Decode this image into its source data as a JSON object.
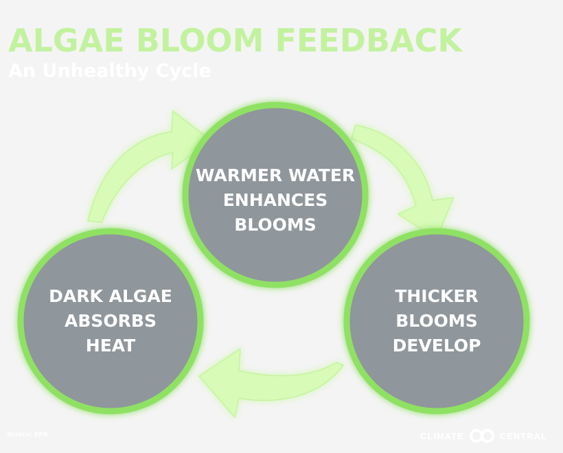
{
  "header": {
    "title": "ALGAE BLOOM FEEDBACK",
    "subtitle": "An Unhealthy Cycle"
  },
  "nodes": [
    {
      "id": "warmer-water",
      "lines": [
        "WARMER WATER",
        "ENHANCES",
        "BLOOMS"
      ]
    },
    {
      "id": "thicker-blooms",
      "lines": [
        "THICKER",
        "BLOOMS",
        "DEVELOP"
      ]
    },
    {
      "id": "dark-algae",
      "lines": [
        "DARK ALGAE",
        "ABSORBS",
        "HEAT"
      ]
    }
  ],
  "footer": {
    "source": "Source: EPA",
    "brand_left": "CLIMATE",
    "brand_right": "CENTRAL"
  },
  "colors": {
    "title": "#c3f29f",
    "circle_fill": "#8f969c",
    "circle_ring": "#8fe163",
    "arrow": "#d8fbb8",
    "background": "#f4f4f4"
  }
}
